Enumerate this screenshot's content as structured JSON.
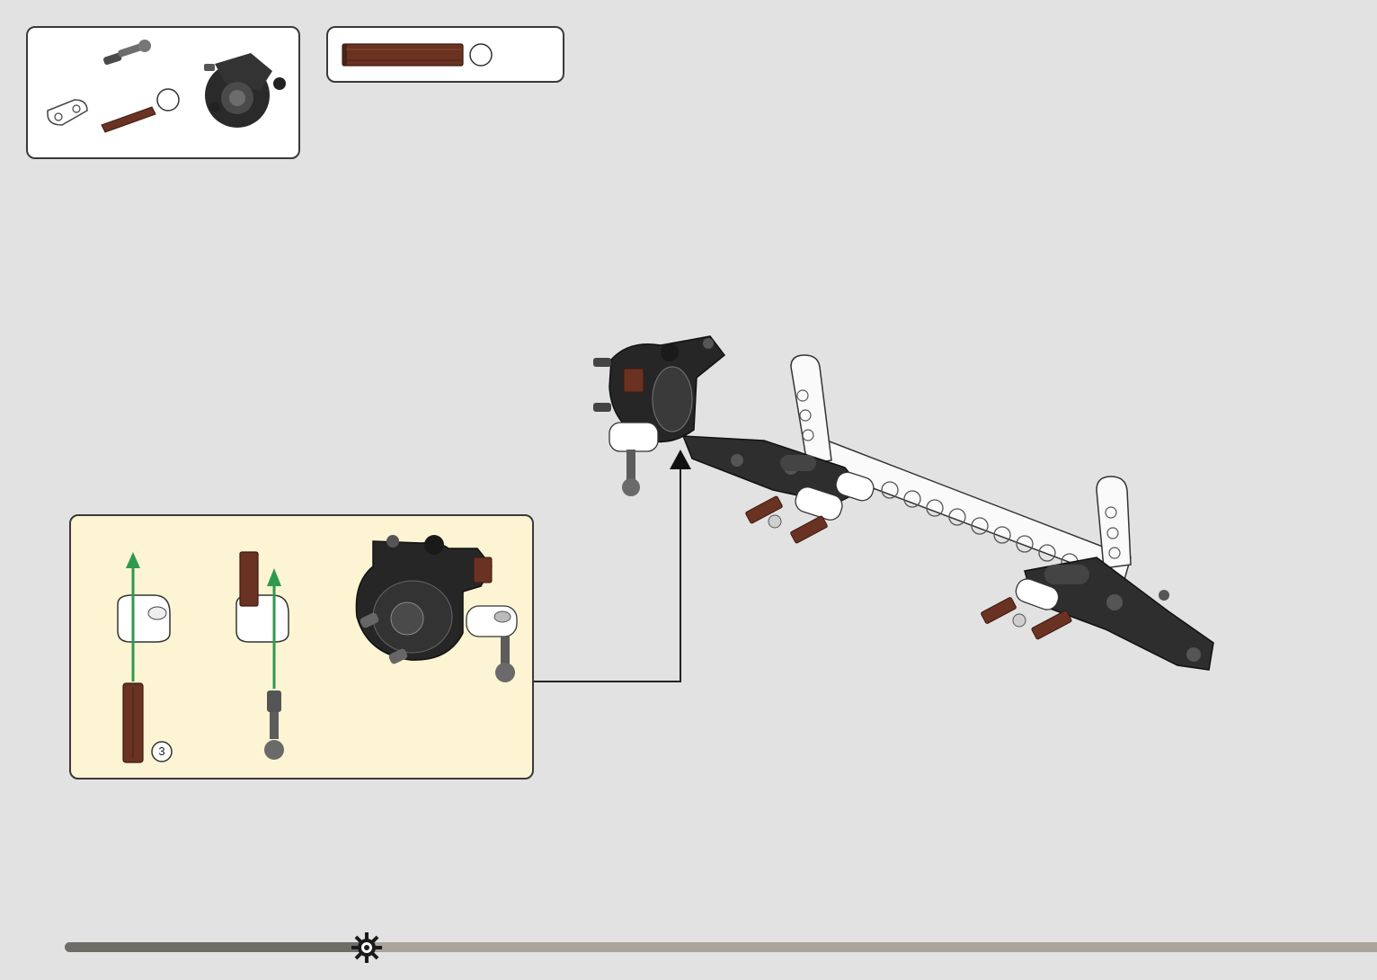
{
  "parts_panel": {
    "items": [
      {
        "name": "pin-with-ball",
        "count": ""
      },
      {
        "name": "axle-brown",
        "count": ""
      },
      {
        "name": "beam-white",
        "count": ""
      },
      {
        "name": "steering-hub-black",
        "count": ""
      }
    ]
  },
  "ruler_panel": {
    "item": "axle-brown-full-size",
    "count": ""
  },
  "sub_assembly": {
    "steps": [
      {
        "part": "axle-brown",
        "count_label": "3"
      },
      {
        "part": "pin-with-ball",
        "count_label": ""
      },
      {
        "part": "steering-hub-assembled",
        "count_label": ""
      }
    ]
  },
  "progress": {
    "fraction": 0.23
  },
  "icons": {
    "progress_marker": "gear-icon",
    "callout_arrow": "arrow-up-icon"
  },
  "colors": {
    "background": "#e2e2e2",
    "subassembly_bg": "#fdf4d4",
    "axle_brown": "#6a3222",
    "arrow_green": "#2e9a4e",
    "progress_fill": "#6f6c68",
    "progress_track": "#aaa49c"
  }
}
